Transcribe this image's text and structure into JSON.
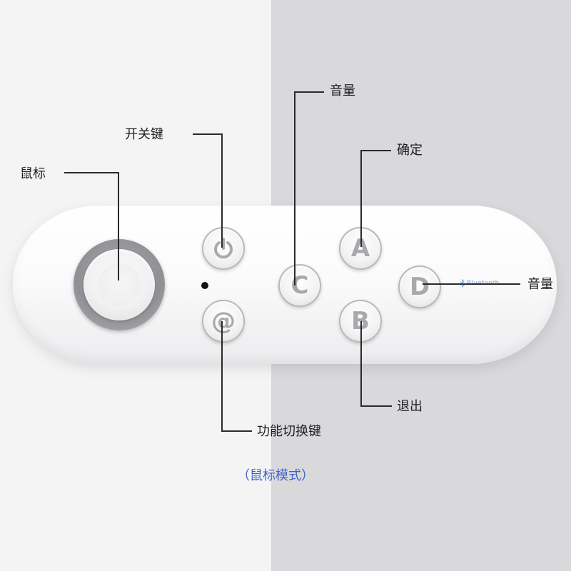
{
  "labels": {
    "mouse": "鼠标",
    "power_key": "开关键",
    "volume_top": "音量",
    "confirm": "确定",
    "volume_right": "音量",
    "exit": "退出",
    "function_switch": "功能切换键"
  },
  "buttons": {
    "power_symbol": "⏻",
    "at_symbol": "@",
    "c": "C",
    "a": "A",
    "b": "B",
    "d": "D"
  },
  "device": {
    "bluetooth_text": "Bluetooth"
  },
  "footer": {
    "mode": "（鼠标模式）"
  },
  "colors": {
    "footer_text": "#3f63c6",
    "bluetooth_text": "#7fa3d8",
    "button_glyph": "#a9a9ad"
  },
  "icons": [
    "power-icon",
    "bluetooth-icon"
  ]
}
